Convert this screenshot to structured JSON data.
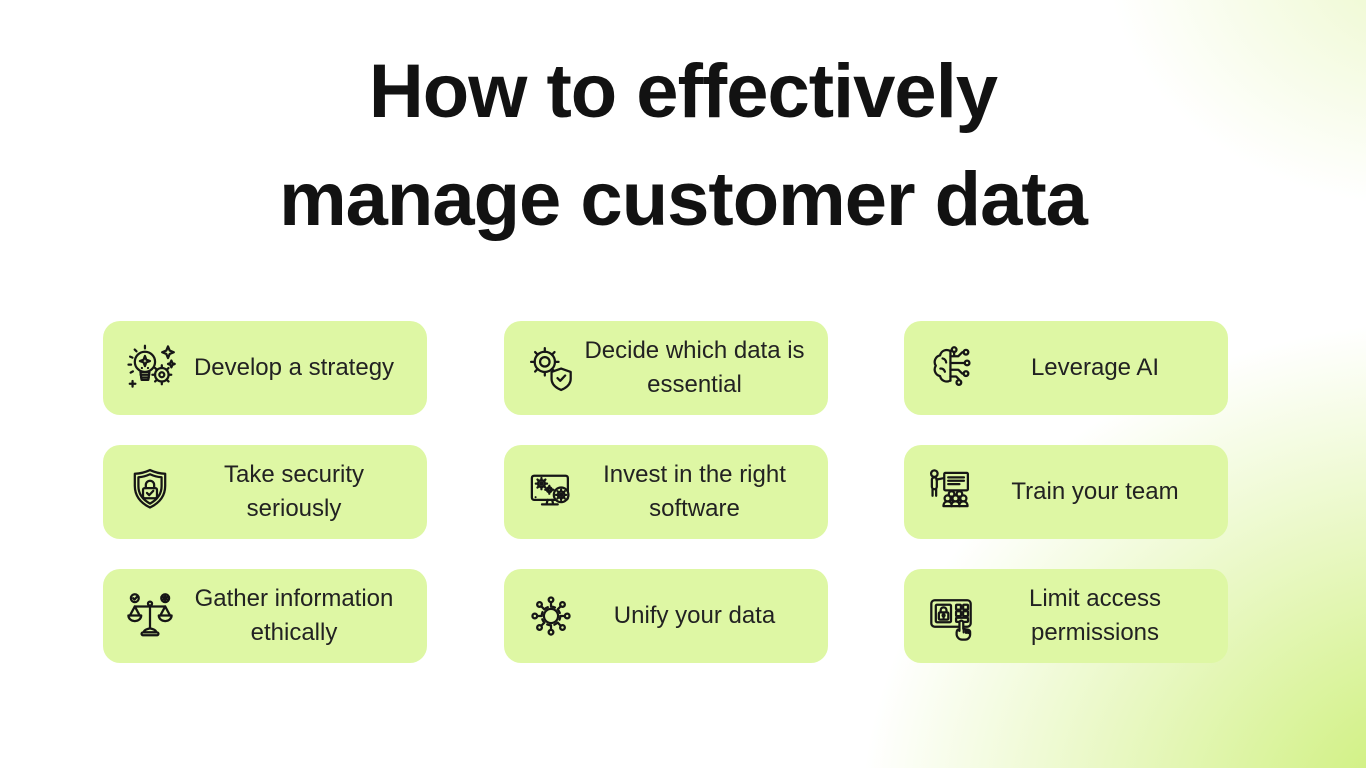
{
  "page": {
    "title_line1": "How to effectively",
    "title_line2": "manage customer data"
  },
  "colors": {
    "card_background": "#def7a4",
    "background_accent_green": "#c9ee6e",
    "title_text": "#121212",
    "card_text": "#222222",
    "icon_stroke": "#161616"
  },
  "cards": [
    {
      "label": "Develop a strategy",
      "icon": "idea-lightbulb-gear-icon"
    },
    {
      "label": "Decide which data is essential",
      "icon": "gear-shield-check-icon"
    },
    {
      "label": "Leverage AI",
      "icon": "ai-brain-circuit-icon"
    },
    {
      "label": "Take security seriously",
      "icon": "shield-lock-icon"
    },
    {
      "label": "Invest in the right software",
      "icon": "monitor-gears-icon"
    },
    {
      "label": "Train your team",
      "icon": "trainer-presentation-icon"
    },
    {
      "label": "Gather information ethically",
      "icon": "ethics-scales-icon"
    },
    {
      "label": "Unify your data",
      "icon": "data-hub-network-icon"
    },
    {
      "label": "Limit access permissions",
      "icon": "keypad-lock-hand-icon"
    }
  ]
}
